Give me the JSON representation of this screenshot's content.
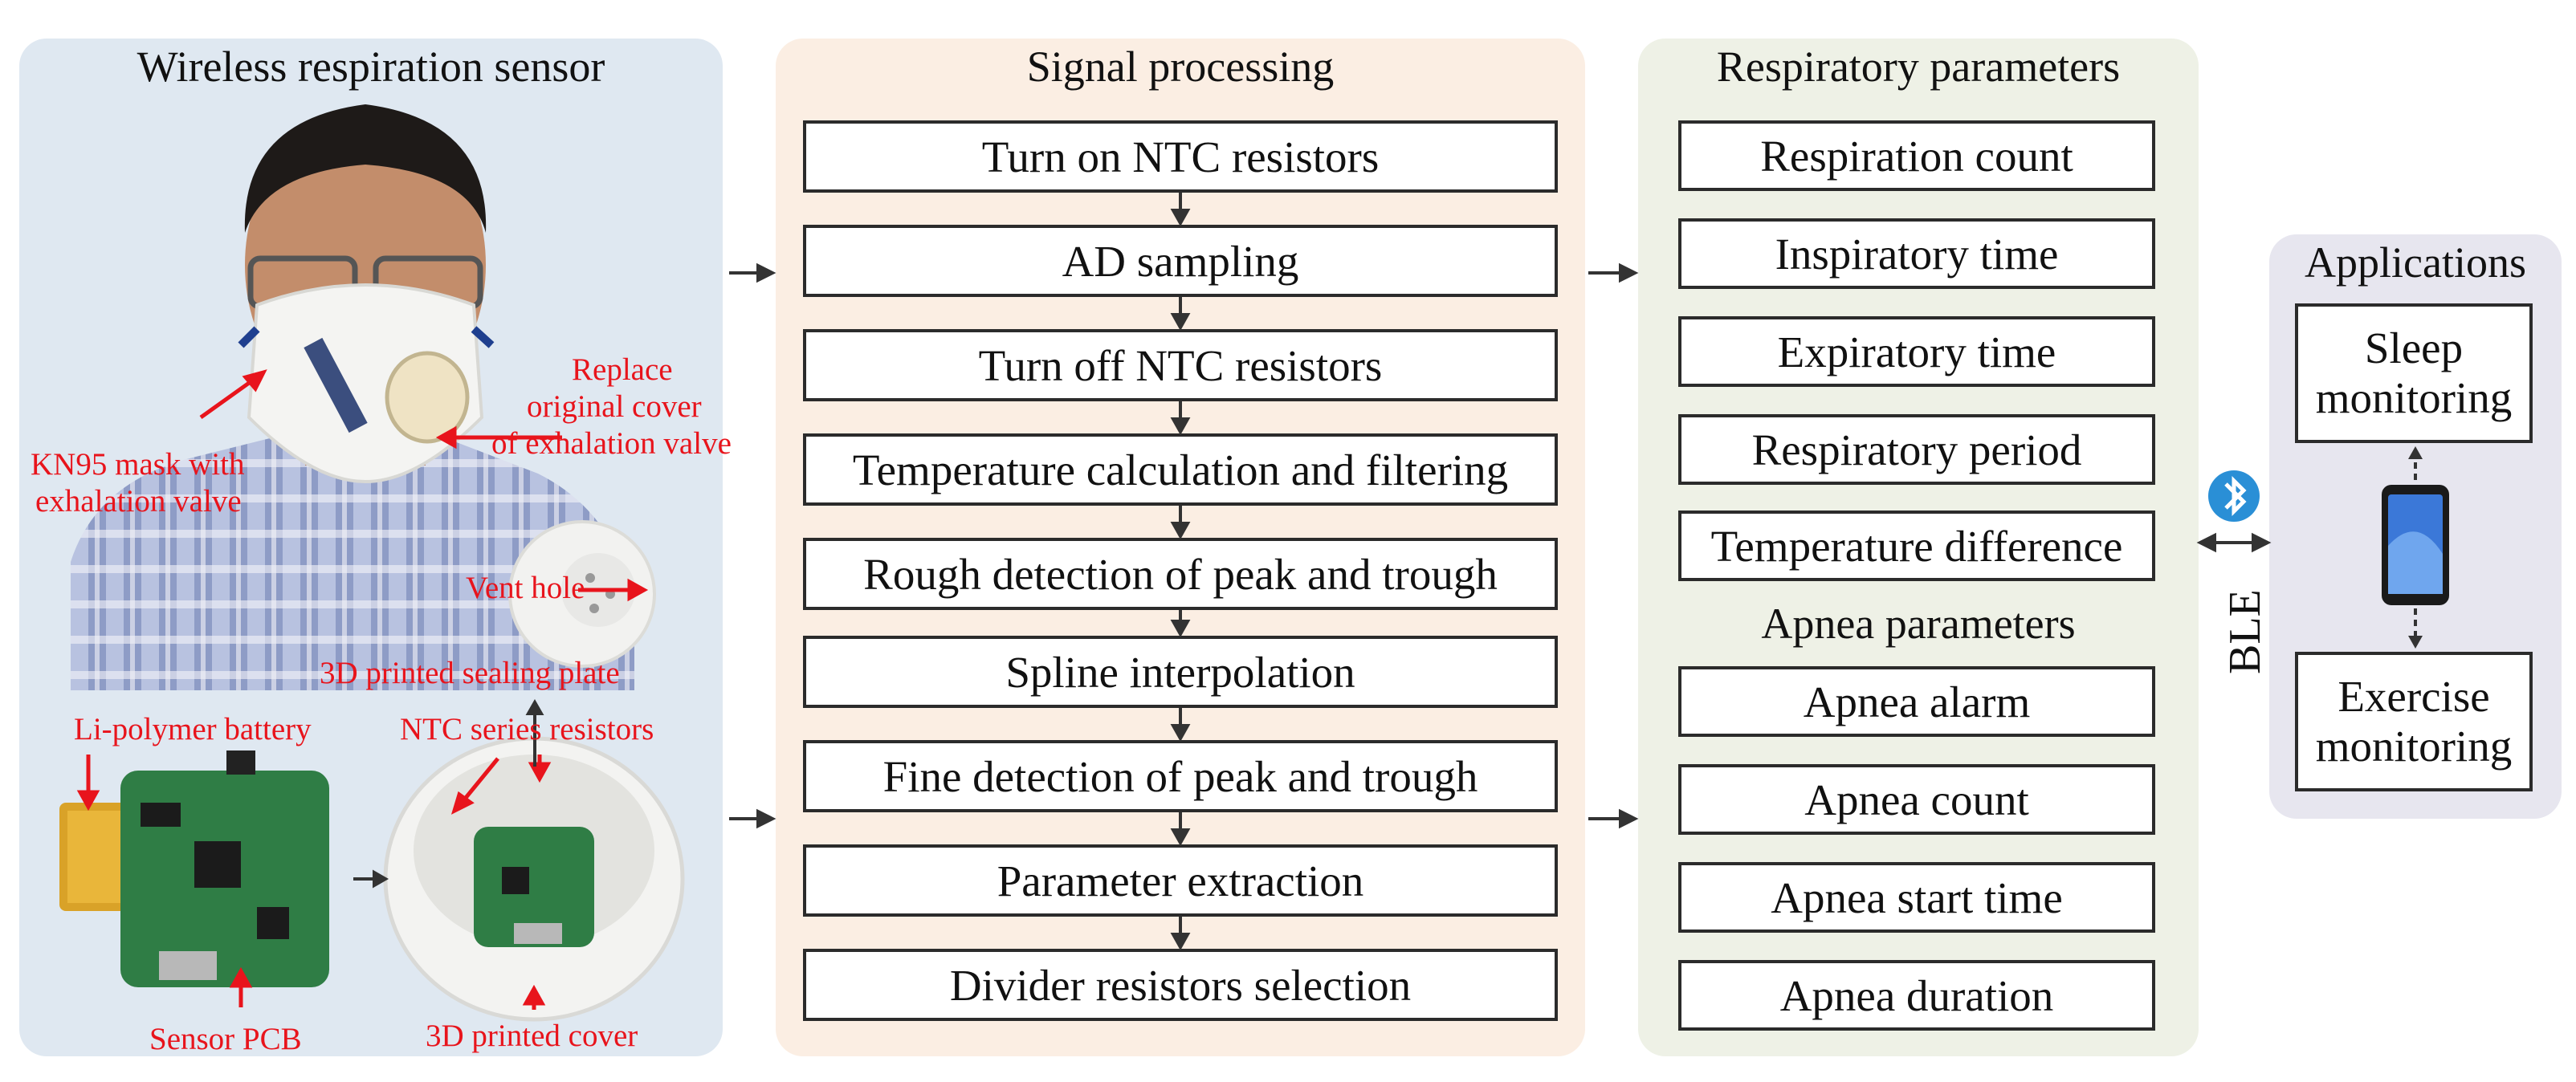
{
  "panels": {
    "sensor_title": "Wireless respiration sensor",
    "signal_title": "Signal processing",
    "resp_title": "Respiratory parameters",
    "apnea_title": "Apnea parameters",
    "apps_title": "Applications"
  },
  "signal_steps": [
    "Turn on NTC resistors",
    "AD sampling",
    "Turn off NTC resistors",
    "Temperature calculation and filtering",
    "Rough detection of peak and trough",
    "Spline interpolation",
    "Fine detection of peak and trough",
    "Parameter extraction",
    "Divider resistors selection"
  ],
  "respiratory_parameters": [
    "Respiration count",
    "Inspiratory time",
    "Expiratory time",
    "Respiratory period",
    "Temperature difference"
  ],
  "apnea_parameters": [
    "Apnea alarm",
    "Apnea count",
    "Apnea start time",
    "Apnea duration"
  ],
  "applications": {
    "sleep": "Sleep monitoring",
    "exercise": "Exercise monitoring"
  },
  "link_label": "BLE",
  "annotations": {
    "kn95_line1": "KN95 mask with",
    "kn95_line2": "exhalation valve",
    "replace_line1": "Replace",
    "replace_line2": "original cover",
    "replace_line3": "of exhalation valve",
    "vent_hole": "Vent hole",
    "sealing_plate": "3D printed sealing plate",
    "battery": "Li-polymer battery",
    "ntc_series": "NTC series resistors",
    "sensor_pcb": "Sensor PCB",
    "printed_cover": "3D printed cover"
  },
  "colors": {
    "annotation": "#e8141c",
    "bluetooth": "#2a8fd6",
    "panel_sensor": "#dfe8f1",
    "panel_signal": "#fbeee3",
    "panel_resp": "#eef1e6",
    "panel_apps": "#e7e6ef"
  },
  "icons": [
    "bluetooth-icon",
    "smartphone-icon"
  ]
}
